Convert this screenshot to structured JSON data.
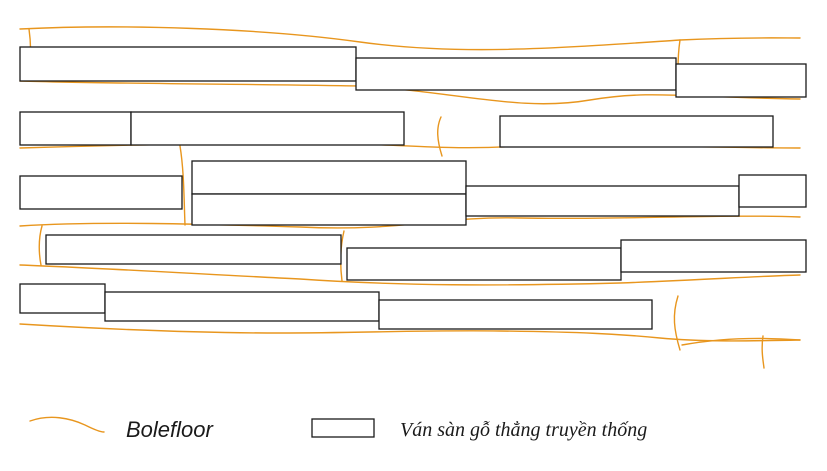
{
  "colors": {
    "bolefloor": "#E8961E",
    "traditional": "#1A1A1A",
    "background": "#FFFFFF",
    "text": "#1A1A1A"
  },
  "legend": {
    "bolefloor": {
      "symbol": "curved-line",
      "label": "Bolefloor"
    },
    "traditional": {
      "symbol": "rectangle",
      "label": "Ván sàn gỗ thẳng truyền thống"
    }
  }
}
